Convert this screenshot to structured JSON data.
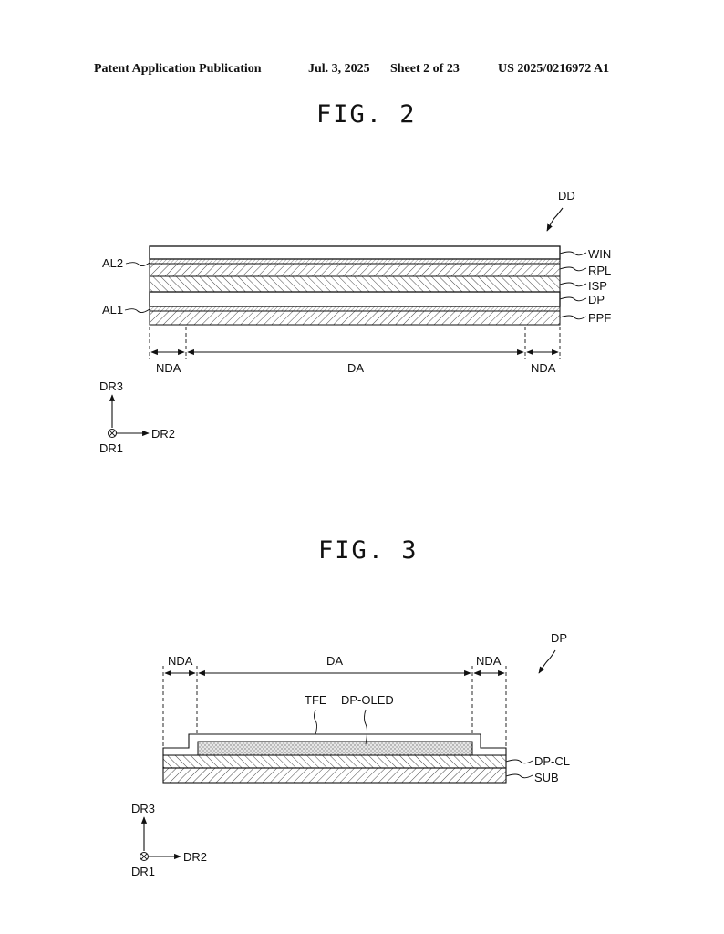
{
  "header": {
    "publication": "Patent Application Publication",
    "date": "Jul. 3, 2025",
    "sheet": "Sheet 2 of 23",
    "number": "US 2025/0216972 A1"
  },
  "fig2": {
    "title": "FIG. 2",
    "ref": "DD",
    "left_labels": [
      "AL2",
      "AL1"
    ],
    "right_labels": [
      "WIN",
      "RPL",
      "ISP",
      "DP",
      "PPF"
    ],
    "dims": [
      "NDA",
      "DA",
      "NDA"
    ],
    "axes": {
      "up": "DR3",
      "right": "DR2",
      "out": "DR1"
    }
  },
  "fig3": {
    "title": "FIG. 3",
    "ref": "DP",
    "dims": [
      "NDA",
      "DA",
      "NDA"
    ],
    "inner_labels": [
      "TFE",
      "DP-OLED"
    ],
    "right_labels": [
      "DP-CL",
      "SUB"
    ],
    "axes": {
      "up": "DR3",
      "right": "DR2",
      "out": "DR1"
    }
  }
}
